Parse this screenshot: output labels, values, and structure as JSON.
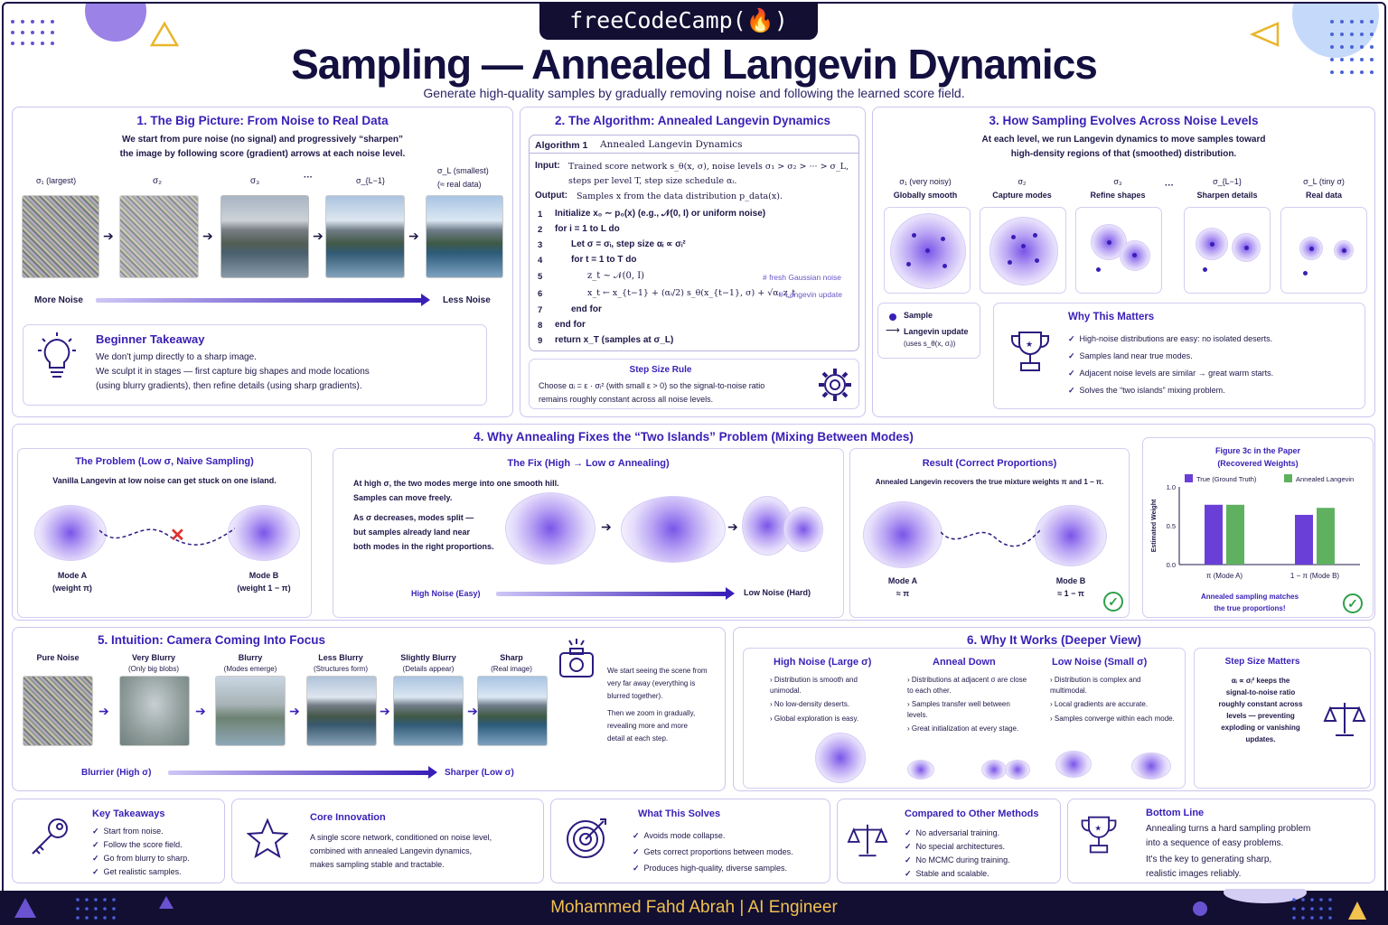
{
  "banner": "freeCodeCamp(🔥)",
  "title": "Sampling — Annealed Langevin Dynamics",
  "subtitle": "Generate high-quality samples by gradually removing noise and following the learned score field.",
  "p1": {
    "title": "1. The Big Picture: From Noise to Real Data",
    "desc1": "We start from pure noise (no signal) and progressively “sharpen”",
    "desc2": "the image by following score (gradient) arrows at each noise level.",
    "l1": "σ₁  (largest)",
    "l2": "σ₂",
    "l3": "σ₃",
    "dots": "···",
    "l4": "σ_{L−1}",
    "l5a": "σ_L  (smallest)",
    "l5b": "(≈  real data)",
    "more": "More Noise",
    "less": "Less Noise",
    "takeaway_title": "Beginner Takeaway",
    "tk1": "We don't jump directly to a sharp image.",
    "tk2": "We sculpt it in stages — first capture big shapes and mode locations",
    "tk3": "(using blurry gradients), then refine details (using sharp gradients)."
  },
  "p2": {
    "title": "2.  The Algorithm: Annealed Langevin Dynamics",
    "alg_head": "Algorithm 1",
    "alg_name": "Annealed Langevin Dynamics",
    "input_label": "Input:",
    "input1": "Trained score network s_θ(x, σ), noise levels σ₁ > σ₂ > ··· > σ_L,",
    "input2": "steps per level T, step size schedule αᵢ.",
    "output_label": "Output:",
    "output": "Samples x from the data distribution p_data(x).",
    "lines": [
      {
        "n": "1",
        "code": "Initialize x₀ ∼ p₀(x)    (e.g., 𝒩(0, I) or uniform noise)"
      },
      {
        "n": "2",
        "code": "for i = 1 to L do"
      },
      {
        "n": "3",
        "code": "Let σ = σᵢ, step size αᵢ ∝ σᵢ²"
      },
      {
        "n": "4",
        "code": "for t = 1 to T do"
      },
      {
        "n": "5",
        "code": "z_t ∼ 𝒩(0, I)"
      },
      {
        "n": "6",
        "code": "x_t ← x_{t−1} + (αᵢ/2) s_θ(x_{t−1}, σ) + √αᵢ z_t"
      },
      {
        "n": "7",
        "code": "end for"
      },
      {
        "n": "8",
        "code": "end for"
      },
      {
        "n": "9",
        "code": "return x_T     (samples at σ_L)"
      }
    ],
    "c5": "# fresh Gaussian noise",
    "c6": "# Langevin update",
    "step_title": "Step Size Rule",
    "step1": "Choose αᵢ = ε · σᵢ²  (with small ε > 0) so the signal-to-noise ratio",
    "step2": "remains roughly constant across all noise levels."
  },
  "p3": {
    "title": "3. How Sampling Evolves Across Noise Levels",
    "desc1": "At each level, we run Langevin dynamics to move samples toward",
    "desc2": "high-density regions of that (smoothed) distribution.",
    "cols": [
      {
        "a": "σ₁  (very noisy)",
        "b": "Globally smooth"
      },
      {
        "a": "σ₂",
        "b": "Capture modes"
      },
      {
        "a": "σ₃",
        "b": "Refine shapes"
      },
      {
        "a": "σ_{L−1}",
        "b": "Sharpen details"
      },
      {
        "a": "σ_L  (tiny σ)",
        "b": "Real data"
      }
    ],
    "dots": "···",
    "legend_sample": "Sample",
    "legend_update1": "Langevin update",
    "legend_update2": "(uses s_θ(x, σᵢ))",
    "why_title": "Why This Matters",
    "why": [
      "High-noise distributions are easy: no isolated deserts.",
      "Samples land near true modes.",
      "Adjacent noise levels are similar → great warm starts.",
      "Solves the “two islands” mixing problem."
    ]
  },
  "p4": {
    "title": "4. Why Annealing Fixes the “Two Islands” Problem (Mixing Between Modes)",
    "prob_title": "The Problem (Low σ, Naive Sampling)",
    "prob_desc": "Vanilla Langevin at low noise can get stuck on one island.",
    "modeA": "Mode A",
    "weightA": "(weight π)",
    "modeB": "Mode B",
    "weightB": "(weight 1 − π)",
    "fix_title": "The Fix (High → Low σ Annealing)",
    "fix1": "At high σ, the two modes merge into one smooth hill.",
    "fix2": "Samples can move freely.",
    "fix3": "As σ decreases, modes split —",
    "fix4": "but samples already land near",
    "fix5": "both modes in the right proportions.",
    "high": "High Noise (Easy)",
    "low": "Low Noise (Hard)",
    "res_title": "Result (Correct Proportions)",
    "res_desc": "Annealed Langevin recovers the true mixture weights π and 1 − π.",
    "resA": "Mode A",
    "resAw": "≈ π",
    "resB": "Mode B",
    "resBw": "≈ 1 − π",
    "fig_title1": "Figure 3c in the Paper",
    "fig_title2": "(Recovered Weights)",
    "fig_caption1": "Annealed sampling matches",
    "fig_caption2": "the true proportions!"
  },
  "chart_data": {
    "type": "bar",
    "title": "Figure 3c in the Paper",
    "subtitle": "(Recovered Weights)",
    "ylabel": "Estimated Weight",
    "categories": [
      "π (Mode A)",
      "1 − π (Mode B)"
    ],
    "series": [
      {
        "name": "True (Ground Truth)",
        "values": [
          0.77,
          0.64
        ],
        "color": "#6a3fd8"
      },
      {
        "name": "Annealed Langevin",
        "values": [
          0.77,
          0.73
        ],
        "color": "#5fb15f"
      }
    ],
    "ylim": [
      0,
      1
    ],
    "yticks": [
      "1.0",
      "0.5",
      "0.0"
    ],
    "legend_position": "top"
  },
  "p5": {
    "title": "5. Intuition: Camera Coming Into Focus",
    "frames": [
      {
        "a": "Pure Noise",
        "b": ""
      },
      {
        "a": "Very Blurry",
        "b": "(Only big blobs)"
      },
      {
        "a": "Blurry",
        "b": "(Modes emerge)"
      },
      {
        "a": "Less Blurry",
        "b": "(Structures form)"
      },
      {
        "a": "Slightly Blurry",
        "b": "(Details appear)"
      },
      {
        "a": "Sharp",
        "b": "(Real image)"
      }
    ],
    "desc1": "We start seeing the scene from",
    "desc2": "very far away (everything is",
    "desc3": "blurred together).",
    "desc4": "Then we zoom in gradually,",
    "desc5": "revealing more and more",
    "desc6": "detail at each step.",
    "blurrier": "Blurrier (High σ)",
    "sharper": "Sharper (Low σ)"
  },
  "p6": {
    "title": "6. Why It Works (Deeper View)",
    "cols": [
      {
        "t": "High Noise (Large σ)",
        "items": [
          "Distribution is smooth and unimodal.",
          "No low-density deserts.",
          "Global exploration is easy."
        ]
      },
      {
        "t": "Anneal Down",
        "items": [
          "Distributions at adjacent σ are close to each other.",
          "Samples transfer well between levels.",
          "Great initialization at every stage."
        ]
      },
      {
        "t": "Low Noise (Small σ)",
        "items": [
          "Distribution is complex and multimodal.",
          "Local gradients are accurate.",
          "Samples converge within each mode."
        ]
      }
    ],
    "step_title": "Step Size Matters",
    "step": [
      "αᵢ ∝ σᵢ²  keeps the",
      "signal-to-noise ratio",
      "roughly constant across",
      "levels — preventing",
      "exploding or vanishing",
      "updates."
    ]
  },
  "bottom": {
    "key_title": "Key Takeaways",
    "key": [
      "Start from noise.",
      "Follow the score field.",
      "Go from blurry to sharp.",
      "Get realistic samples."
    ],
    "core_title": "Core Innovation",
    "core": [
      "A single score network, conditioned on noise level,",
      "combined with annealed Langevin dynamics,",
      "makes sampling stable and tractable."
    ],
    "solves_title": "What This Solves",
    "solves": [
      "Avoids mode collapse.",
      "Gets correct proportions between modes.",
      "Produces high-quality, diverse samples."
    ],
    "cmp_title": "Compared to Other Methods",
    "cmp": [
      "No adversarial training.",
      "No special architectures.",
      "No MCMC during training.",
      "Stable and scalable."
    ],
    "bl_title": "Bottom Line",
    "bl": [
      "Annealing turns a hard sampling problem",
      "into a sequence of easy problems.",
      "It's the key to generating sharp,",
      "realistic images reliably."
    ]
  },
  "footer": "Mohammed Fahd Abrah | AI Engineer",
  "colors": {
    "accent": "#3a1fb6",
    "dark": "#120f33",
    "footer_text": "#f2c14e",
    "green": "#2ea04a"
  }
}
